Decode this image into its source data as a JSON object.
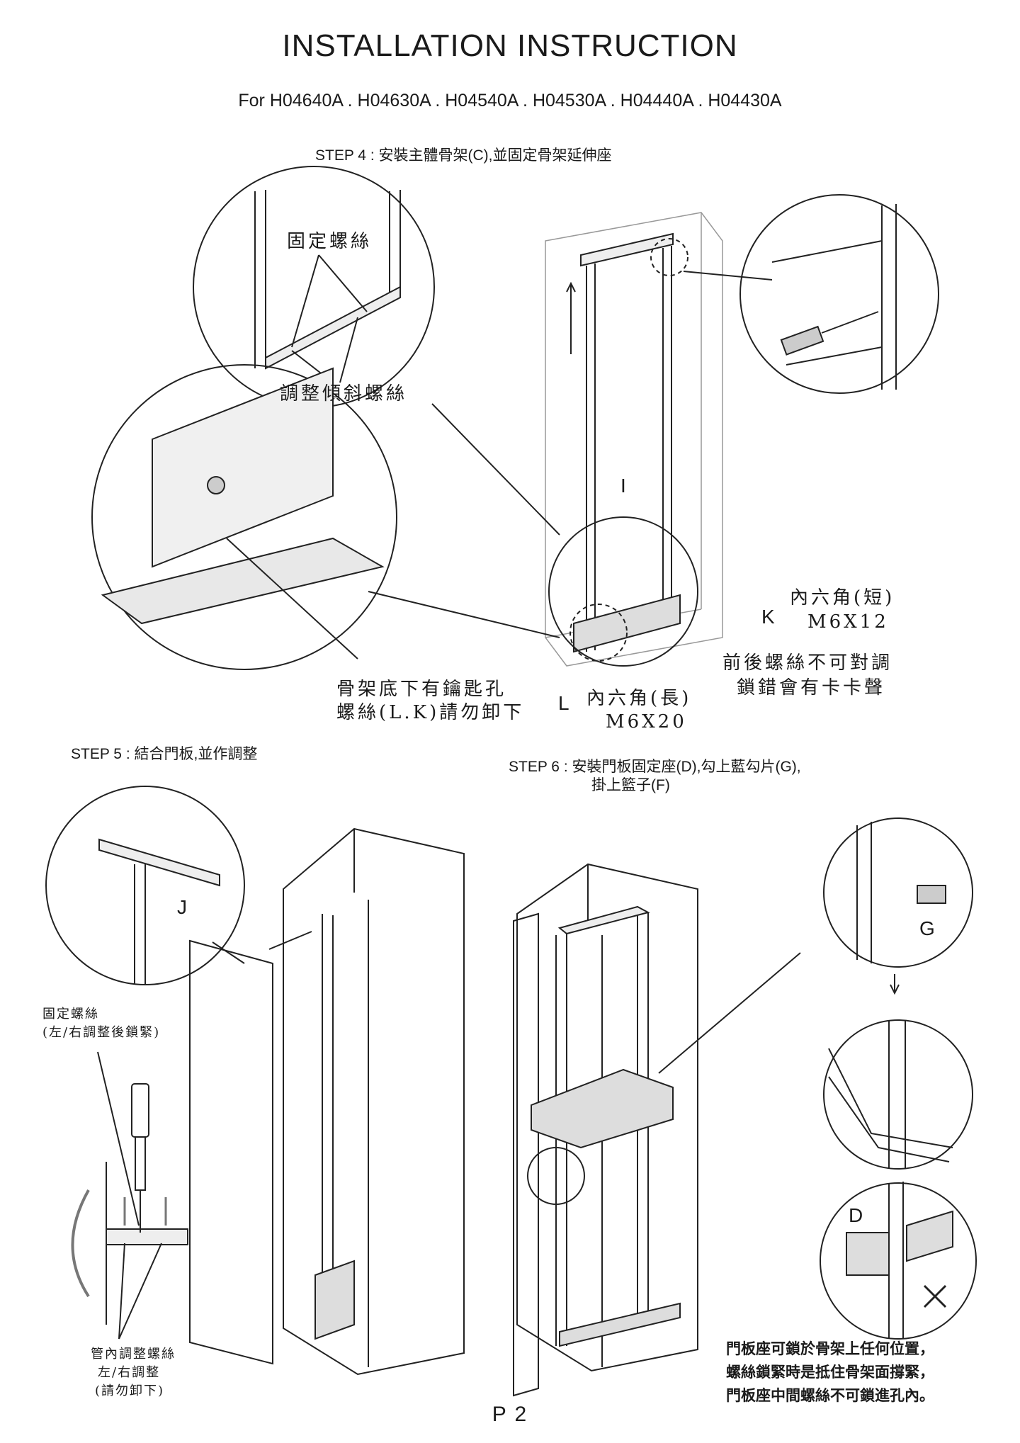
{
  "header": {
    "title": "INSTALLATION INSTRUCTION",
    "models": "For  H04640A . H04630A . H04540A . H04530A . H04440A . H04430A"
  },
  "step4": {
    "heading": "STEP 4 : 安裝主體骨架(C),並固定骨架延伸座",
    "callout_fix_screw": "固定螺絲",
    "callout_tilt_screw": "調整傾斜螺絲",
    "callout_base_line1": "骨架底下有鑰匙孔",
    "callout_base_line2": "螺絲(L.K)請勿卸下",
    "label_I": "I",
    "label_K": "K",
    "k_spec_line1": "內六角(短)",
    "k_spec_line2": "M6X12",
    "label_L": "L",
    "l_spec_line1": "內六角(長)",
    "l_spec_line2": "M6X20",
    "warning_line1": "前後螺絲不可對調",
    "warning_line2": "鎖錯會有卡卡聲"
  },
  "step5": {
    "heading": "STEP 5 : 結合門板,並作調整",
    "label_J": "J",
    "fix_screw_line1": "固定螺絲",
    "fix_screw_line2": "(左/右調整後鎖緊)",
    "tube_screw_line1": "管內調整螺絲",
    "tube_screw_line2": "左/右調整",
    "tube_screw_line3": "(請勿卸下)"
  },
  "step6": {
    "heading_line1": "STEP 6 : 安裝門板固定座(D),勾上藍勾片(G),",
    "heading_line2": "掛上籃子(F)",
    "label_G": "G",
    "label_D": "D",
    "note_line1": "門板座可鎖於骨架上任何位置，",
    "note_line2": "螺絲鎖緊時是抵住骨架面撐緊，",
    "note_line3": "門板座中間螺絲不可鎖進孔內。"
  },
  "footer": {
    "page_number": "P 2"
  }
}
